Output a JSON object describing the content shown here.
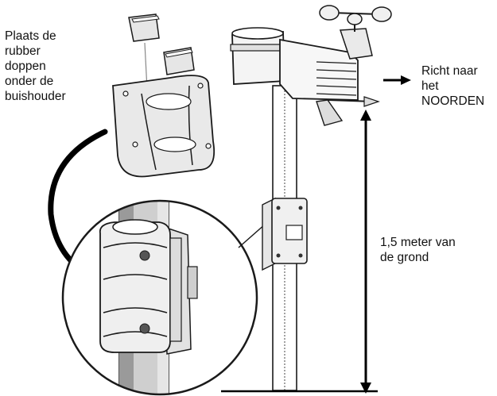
{
  "labels": {
    "rubber_instruction": "Plaats de\nrubber\ndoppen\nonder de\nbuishouder",
    "north_direction": "Richt naar\nhet\nNOORDEN",
    "height": "1,5 meter van\nde grond"
  },
  "colors": {
    "line": "#1a1a1a",
    "pipe_fill": "#d9d9d9",
    "pipe_shadow": "#9a9a9a",
    "sensor_fill": "#f4f4f4",
    "pad_fill": "#e6e6e6",
    "arrow": "#000000"
  },
  "icons": [
    "rubber-pad-icon",
    "pipe-bracket-icon",
    "weather-station-icon",
    "anemometer-icon",
    "wind-vane-icon",
    "north-arrow-icon",
    "height-arrow-icon",
    "magnifier-circle-icon"
  ]
}
